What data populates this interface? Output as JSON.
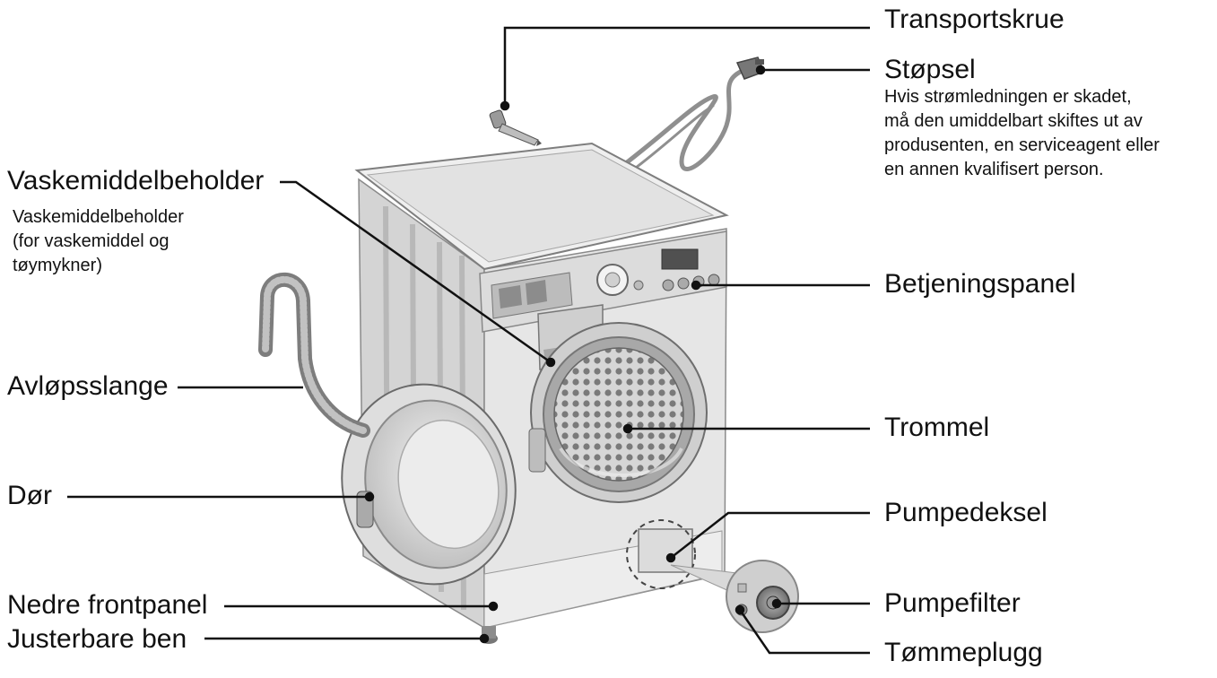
{
  "labels": {
    "transport_screw": "Transportskrue",
    "plug": "Støpsel",
    "plug_note": "Hvis strømledningen er skadet,\nmå den umiddelbart skiftes ut av\nprodusenten, en serviceagent eller\nen annen kvalifisert person.",
    "control_panel": "Betjeningspanel",
    "drum": "Trommel",
    "pump_cover": "Pumpedeksel",
    "pump_filter": "Pumpefilter",
    "drain_plug": "Tømmeplugg",
    "detergent_drawer": "Vaskemiddelbeholder",
    "detergent_drawer_note": "Vaskemiddelbeholder\n(for vaskemiddel og\ntøymykner)",
    "drain_hose": "Avløpsslange",
    "door": "Dør",
    "lower_front_panel": "Nedre frontpanel",
    "adjustable_feet": "Justerbare ben"
  },
  "colors": {
    "ink": "#111111",
    "machine_light": "#e9e9e9",
    "machine_mid": "#cfcfcf",
    "machine_dark": "#9c9c9c",
    "glass": "#bdbdbd"
  }
}
